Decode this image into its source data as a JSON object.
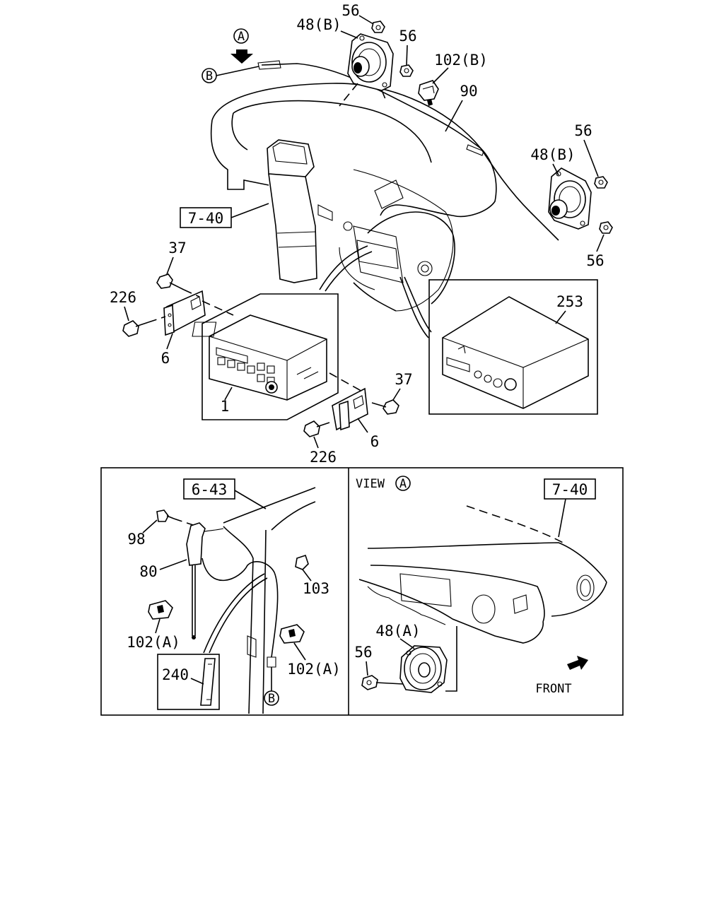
{
  "callouts": {
    "c56_top": "56",
    "c48b_top": "48(B)",
    "c56_top2": "56",
    "c102b": "102(B)",
    "c90": "90",
    "c56_right": "56",
    "c48b_right": "48(B)",
    "c56_right2": "56",
    "c740_top": "7-40",
    "c37_left": "37",
    "c226_left": "226",
    "c6_left": "6",
    "c1": "1",
    "c37_right": "37",
    "c6_right": "6",
    "c226_bottom": "226",
    "c253": "253",
    "c643": "6-43",
    "c98": "98",
    "c80": "80",
    "c103": "103",
    "c102a_left": "102(A)",
    "c102a_right": "102(A)",
    "c240": "240",
    "c740_view": "7-40",
    "c48a": "48(A)",
    "c56_view": "56"
  },
  "markers": {
    "view_a": "A",
    "ref_b_top": "B",
    "ref_b_bottom": "B",
    "view_a_caption_letter": "A"
  },
  "view_caption": "VIEW",
  "front_label": "FRONT"
}
